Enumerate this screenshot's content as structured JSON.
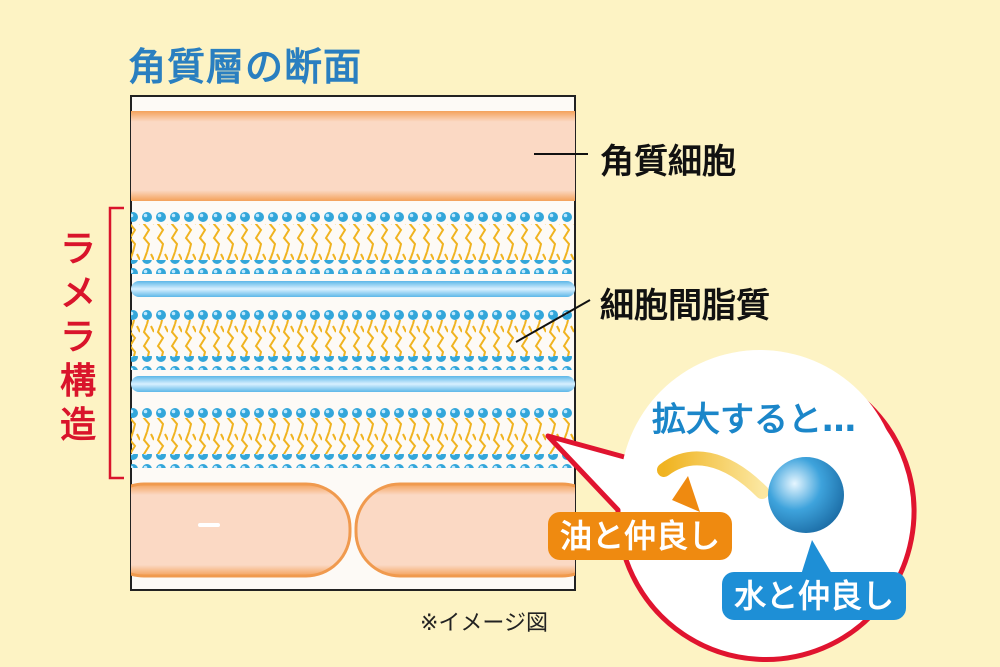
{
  "title": "角質層の断面",
  "labels": {
    "corneocyte": "角質細胞",
    "intercellular_lipid": "細胞間脂質",
    "lamellar": "ラメラ構造"
  },
  "note": "※イメージ図",
  "zoom": {
    "heading": "拡大すると…",
    "oil": "油と仲良し",
    "water": "水と仲良し"
  },
  "colors": {
    "background": "#fdf3c4",
    "title": "#2a7fc0",
    "lamellar": "#d9142b",
    "oil": "#ef8a10",
    "water": "#1e8fd6",
    "cell": "#fbd9c4"
  }
}
